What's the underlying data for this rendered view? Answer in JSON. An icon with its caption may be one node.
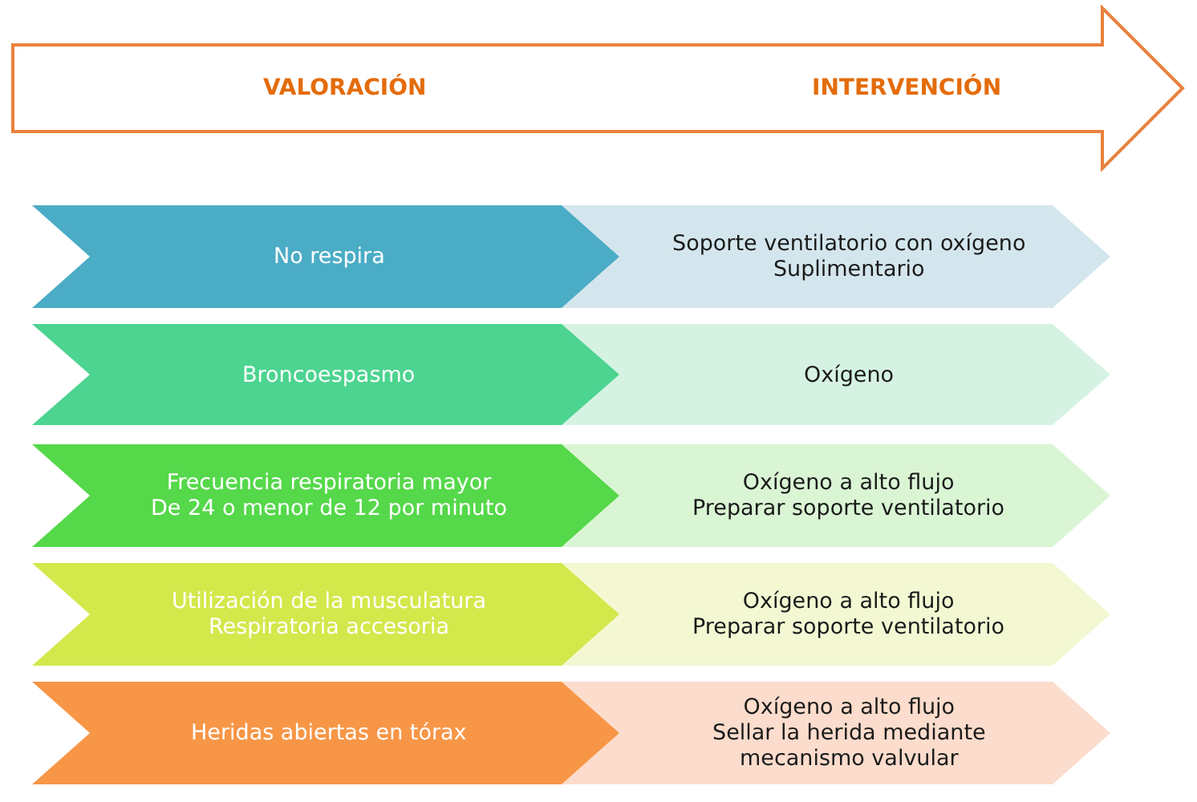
{
  "diagram": {
    "nodes": [
      {
        "text": [
          "VALORACIÓN",
          "INTERVENCIÓN"
        ]
      },
      {
        "text": [
          "No respira"
        ]
      },
      {
        "text": [
          "Soporte ventilatorio con oxígeno",
          "Suplimentario"
        ]
      },
      {
        "text": [
          "Broncoespasmo"
        ]
      },
      {
        "text": [
          "Oxígeno"
        ]
      },
      {
        "text": [
          "Frecuencia respiratoria mayor",
          "De 24 o menor de 12 por minuto"
        ]
      },
      {
        "text": [
          "Oxígeno a alto flujo",
          "Preparar soporte ventilatorio"
        ]
      },
      {
        "text": [
          "Utilización de la musculatura",
          "Respiratoria accesoria"
        ]
      },
      {
        "text": [
          "Oxígeno a alto flujo",
          "Preparar soporte ventilatorio"
        ]
      },
      {
        "text": [
          "Heridas abiertas en tórax"
        ]
      },
      {
        "text": [
          "Oxígeno a alto flujo",
          "Sellar la herida mediante",
          "mecanismo valvular"
        ]
      }
    ]
  }
}
